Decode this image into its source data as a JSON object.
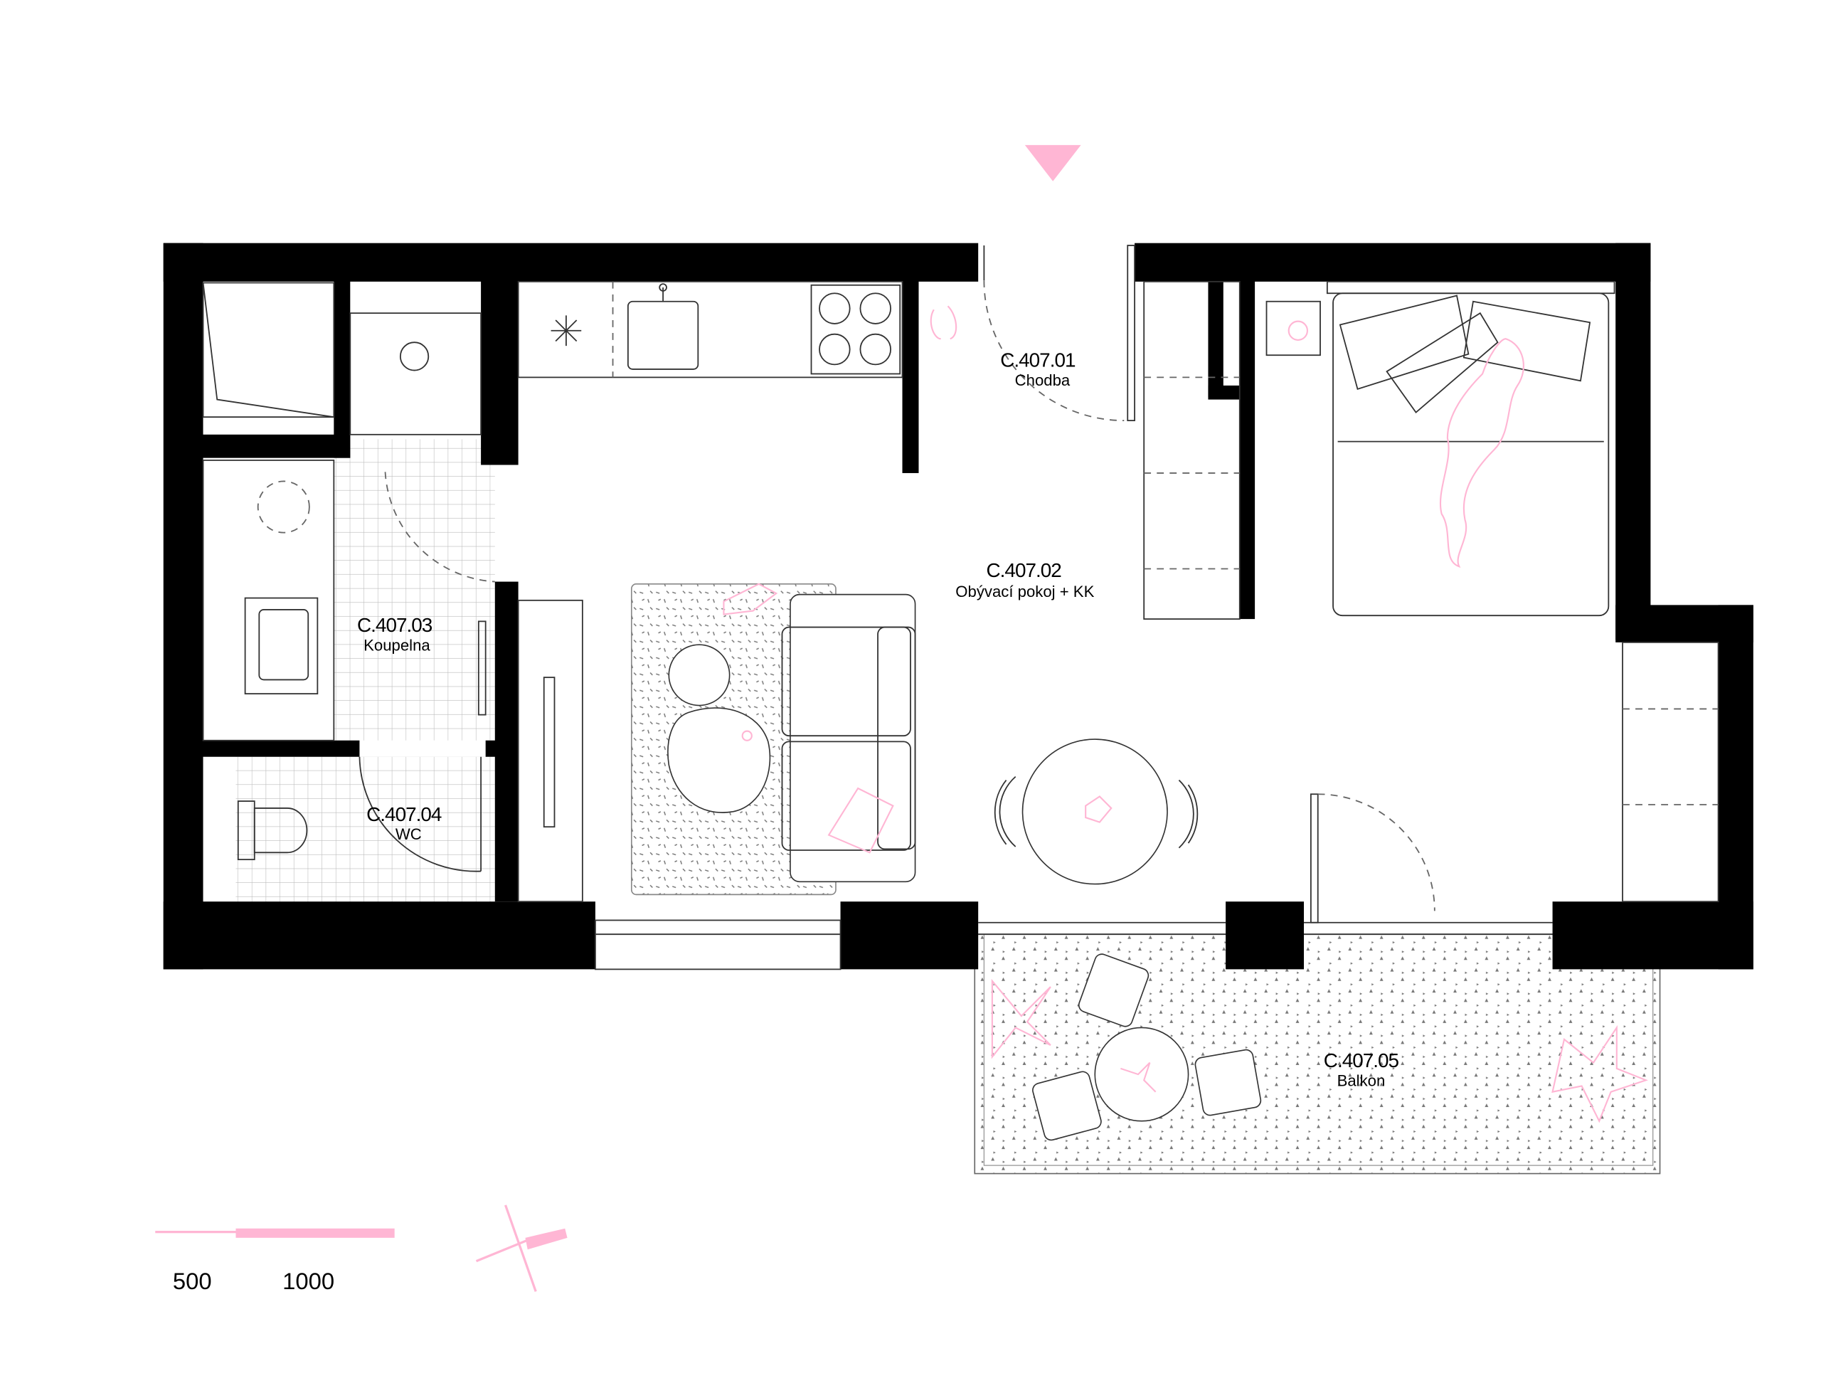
{
  "rooms": [
    {
      "code": "C.407.01",
      "name": "Chodba"
    },
    {
      "code": "C.407.02",
      "name": "Obývací pokoj + KK"
    },
    {
      "code": "C.407.03",
      "name": "Koupelna"
    },
    {
      "code": "C.407.04",
      "name": "WC"
    },
    {
      "code": "C.407.05",
      "name": "Balkon"
    }
  ],
  "scale_bar": {
    "labels": [
      "500",
      "1000"
    ]
  },
  "colors": {
    "accent": "#ffb6d4",
    "wall": "#000000",
    "line": "#333333"
  },
  "icons": [
    "entrance-arrow-icon",
    "north-arrow-icon"
  ]
}
